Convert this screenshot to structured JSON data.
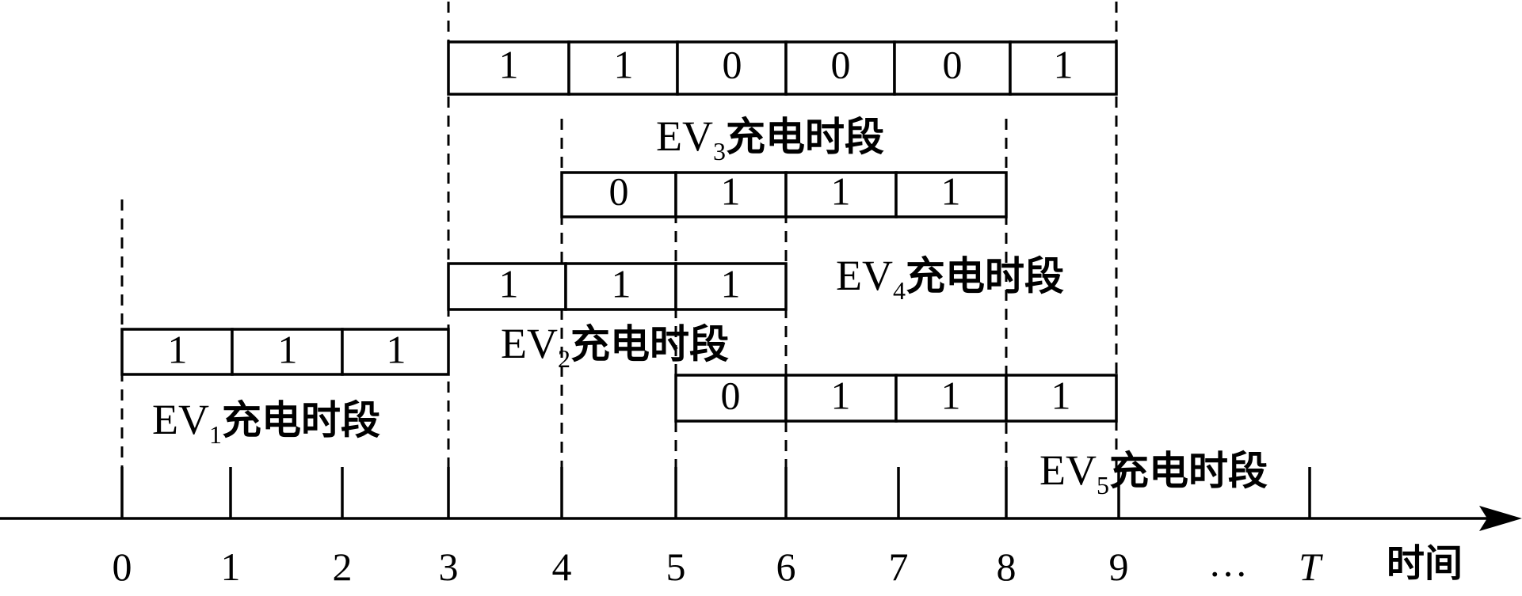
{
  "axis": {
    "tick_labels": [
      "0",
      "1",
      "2",
      "3",
      "4",
      "5",
      "6",
      "7",
      "8",
      "9",
      "…",
      "T"
    ],
    "title": "时间"
  },
  "ev_blocks": [
    {
      "id": "ev1",
      "label_prefix": "EV",
      "label_sub": "1",
      "label_suffix": "充电时段",
      "start": 0,
      "bits": [
        "1",
        "1",
        "1"
      ]
    },
    {
      "id": "ev2",
      "label_prefix": "EV",
      "label_sub": "2",
      "label_suffix": "充电时段",
      "start": 3,
      "bits": [
        "1",
        "1",
        "1"
      ]
    },
    {
      "id": "ev3",
      "label_prefix": "EV",
      "label_sub": "3",
      "label_suffix": "充电时段",
      "start": 3,
      "bits": [
        "1",
        "1",
        "0",
        "0",
        "0",
        "1"
      ]
    },
    {
      "id": "ev4",
      "label_prefix": "EV",
      "label_sub": "4",
      "label_suffix": "充电时段",
      "start": 4,
      "bits": [
        "0",
        "1",
        "1",
        "1"
      ]
    },
    {
      "id": "ev5",
      "label_prefix": "EV",
      "label_sub": "5",
      "label_suffix": "充电时段",
      "start": 5,
      "bits": [
        "0",
        "1",
        "1",
        "1"
      ]
    }
  ]
}
